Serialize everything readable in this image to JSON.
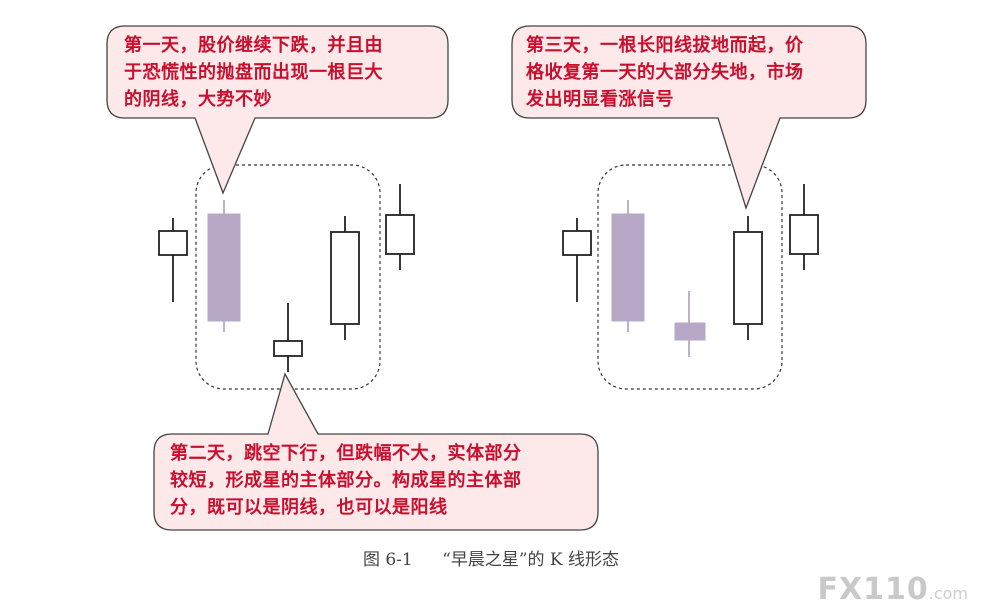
{
  "callouts": {
    "day1": {
      "lines": [
        "第一天，股价继续下跌，并且由",
        "于恐慌性的抛盘而出现一根巨大",
        "的阴线，大势不妙"
      ]
    },
    "day3": {
      "lines": [
        "第三天，一根长阳线拔地而起，价",
        "格收复第一天的大部分失地，市场",
        "发出明显看涨信号"
      ]
    },
    "day2": {
      "lines": [
        "第二天，跳空下行，但跌幅不大，实体部分",
        "较短，形成星的主体部分。构成星的主体部",
        "分，既可以是阴线，也可以是阳线"
      ]
    }
  },
  "caption": {
    "figure_no": "图 6-1",
    "title": "“早晨之星”的 K 线形态"
  },
  "watermark": {
    "brand": "FX110",
    "domain": ".com"
  },
  "colors": {
    "callout_fill": "#fde8ea",
    "callout_stroke": "#444444",
    "callout_text": "#c8102e",
    "bearish_body": "#b7a8c8",
    "bullish_body": "#ffffff",
    "line": "#222222"
  }
}
